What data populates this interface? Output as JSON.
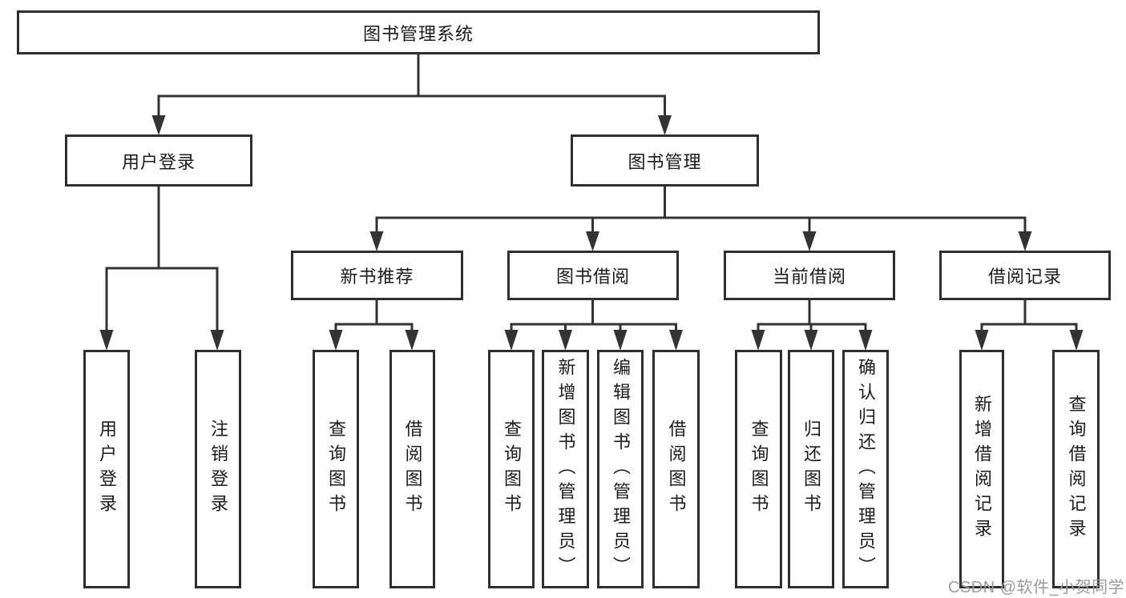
{
  "diagram": {
    "title": "图书管理系统",
    "watermark": "CSDN @软件_小贺同学",
    "colors": {
      "line": "#333333",
      "text": "#1b1b1b",
      "background": "#ffffff",
      "watermark": "#9a9a9a"
    },
    "tree": {
      "label": "图书管理系统",
      "children": [
        {
          "label": "用户登录",
          "children": [
            {
              "label": "用户登录"
            },
            {
              "label": "注销登录"
            }
          ]
        },
        {
          "label": "图书管理",
          "children": [
            {
              "label": "新书推荐",
              "children": [
                {
                  "label": "查询图书"
                },
                {
                  "label": "借阅图书"
                }
              ]
            },
            {
              "label": "图书借阅",
              "children": [
                {
                  "label": "查询图书"
                },
                {
                  "label": "新增图书（管理员）"
                },
                {
                  "label": "编辑图书（管理员）"
                },
                {
                  "label": "借阅图书"
                }
              ]
            },
            {
              "label": "当前借阅",
              "children": [
                {
                  "label": "查询图书"
                },
                {
                  "label": "归还图书"
                },
                {
                  "label": "确认归还（管理员）"
                }
              ]
            },
            {
              "label": "借阅记录",
              "children": [
                {
                  "label": "新增借阅记录"
                },
                {
                  "label": "查询借阅记录"
                }
              ]
            }
          ]
        }
      ]
    }
  }
}
